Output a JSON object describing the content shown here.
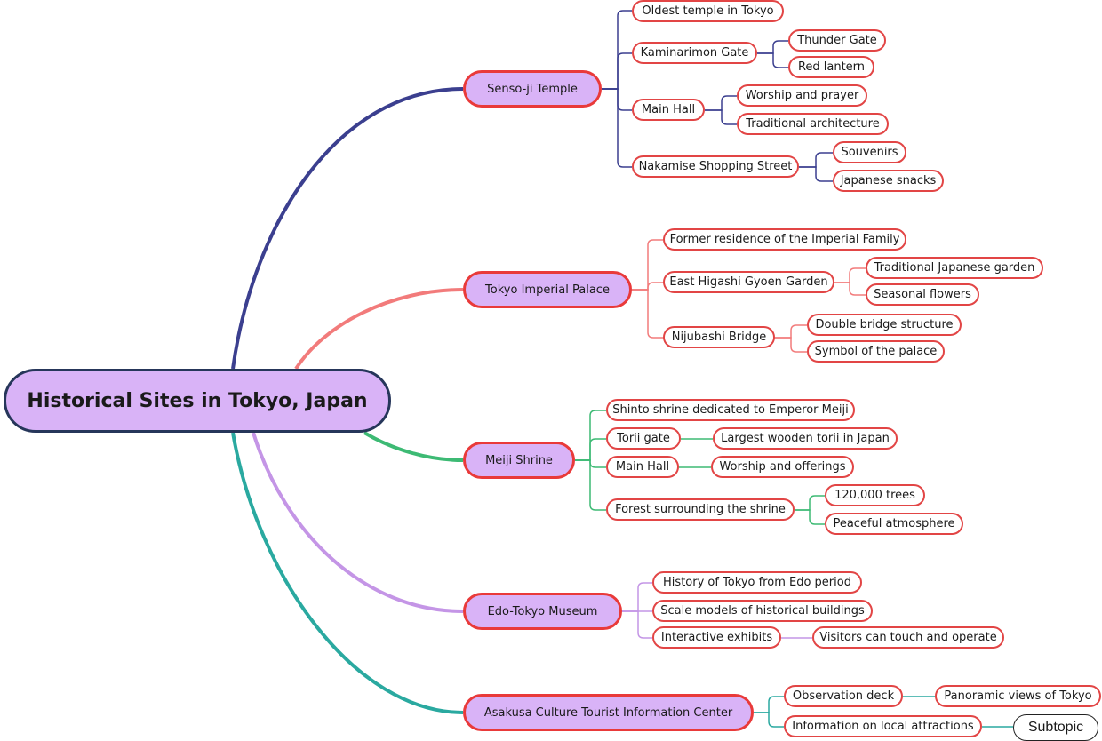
{
  "central": "Historical Sites in Tokyo, Japan",
  "colors": {
    "senso": "#3b3f8f",
    "palace": "#f27b7b",
    "meiji": "#3dba74",
    "edo": "#c495e6",
    "asakusa": "#2aa9a0",
    "node_border": "#e93a3a",
    "main_fill": "#d9b3f7"
  },
  "branches": [
    {
      "label": "Senso-ji Temple",
      "children": [
        {
          "label": "Oldest temple in Tokyo"
        },
        {
          "label": "Kaminarimon Gate",
          "children": [
            {
              "label": "Thunder Gate"
            },
            {
              "label": "Red lantern"
            }
          ]
        },
        {
          "label": "Main Hall",
          "children": [
            {
              "label": "Worship and prayer"
            },
            {
              "label": "Traditional architecture"
            }
          ]
        },
        {
          "label": "Nakamise Shopping Street",
          "children": [
            {
              "label": "Souvenirs"
            },
            {
              "label": "Japanese snacks"
            }
          ]
        }
      ]
    },
    {
      "label": "Tokyo Imperial Palace",
      "children": [
        {
          "label": "Former residence of the Imperial Family"
        },
        {
          "label": "East Higashi Gyoen Garden",
          "children": [
            {
              "label": "Traditional Japanese garden"
            },
            {
              "label": "Seasonal flowers"
            }
          ]
        },
        {
          "label": "Nijubashi Bridge",
          "children": [
            {
              "label": "Double bridge structure"
            },
            {
              "label": "Symbol of the palace"
            }
          ]
        }
      ]
    },
    {
      "label": "Meiji Shrine",
      "children": [
        {
          "label": "Shinto shrine dedicated to Emperor Meiji"
        },
        {
          "label": "Torii gate",
          "children": [
            {
              "label": "Largest wooden torii in Japan"
            }
          ]
        },
        {
          "label": "Main Hall",
          "children": [
            {
              "label": "Worship and offerings"
            }
          ]
        },
        {
          "label": "Forest surrounding the shrine",
          "children": [
            {
              "label": "120,000 trees"
            },
            {
              "label": "Peaceful atmosphere"
            }
          ]
        }
      ]
    },
    {
      "label": "Edo-Tokyo Museum",
      "children": [
        {
          "label": "History of Tokyo from Edo period"
        },
        {
          "label": "Scale models of historical buildings"
        },
        {
          "label": "Interactive exhibits",
          "children": [
            {
              "label": "Visitors can touch and operate"
            }
          ]
        }
      ]
    },
    {
      "label": "Asakusa Culture Tourist Information Center",
      "children": [
        {
          "label": "Observation deck",
          "children": [
            {
              "label": "Panoramic views of Tokyo"
            }
          ]
        },
        {
          "label": "Information on local attractions",
          "children": [
            {
              "label": "Subtopic"
            }
          ]
        }
      ]
    }
  ]
}
